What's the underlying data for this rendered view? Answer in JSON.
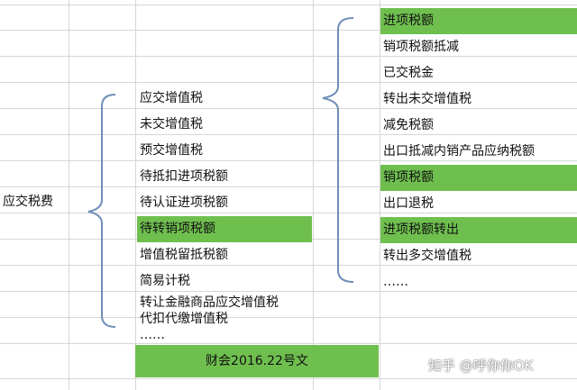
{
  "root": {
    "label": "应交税费"
  },
  "sub_accounts": [
    {
      "label": "应交增值税",
      "highlight": false
    },
    {
      "label": "未交增值税",
      "highlight": false
    },
    {
      "label": "预交增值税",
      "highlight": false
    },
    {
      "label": "待抵扣进项税额",
      "highlight": false
    },
    {
      "label": "待认证进项税额",
      "highlight": false
    },
    {
      "label": "待转销项税额",
      "highlight": true
    },
    {
      "label": "增值税留抵税额",
      "highlight": false
    },
    {
      "label": "简易计税",
      "highlight": false
    },
    {
      "label": "转让金融商品应交增值税",
      "highlight": false
    },
    {
      "label": "代扣代缴增值税",
      "highlight": false
    },
    {
      "label": "……",
      "highlight": false
    }
  ],
  "vat_details": [
    {
      "label": "进项税额",
      "highlight": true
    },
    {
      "label": "销项税额抵减",
      "highlight": false
    },
    {
      "label": "已交税金",
      "highlight": false
    },
    {
      "label": "转出未交增值税",
      "highlight": false
    },
    {
      "label": "减免税额",
      "highlight": false
    },
    {
      "label": "出口抵减内销产品应纳税额",
      "highlight": false
    },
    {
      "label": "销项税额",
      "highlight": true
    },
    {
      "label": "出口退税",
      "highlight": false
    },
    {
      "label": "进项税额转出",
      "highlight": true
    },
    {
      "label": "转出多交增值税",
      "highlight": false
    },
    {
      "label": "……",
      "highlight": false
    }
  ],
  "footer": {
    "label": "财会2016.22号文"
  },
  "watermark": {
    "text": "知乎 @呼你你OK"
  },
  "colors": {
    "highlight": "#6fbf4f",
    "bracket": "#6f8fb8",
    "grid": "#d6d6d6"
  }
}
